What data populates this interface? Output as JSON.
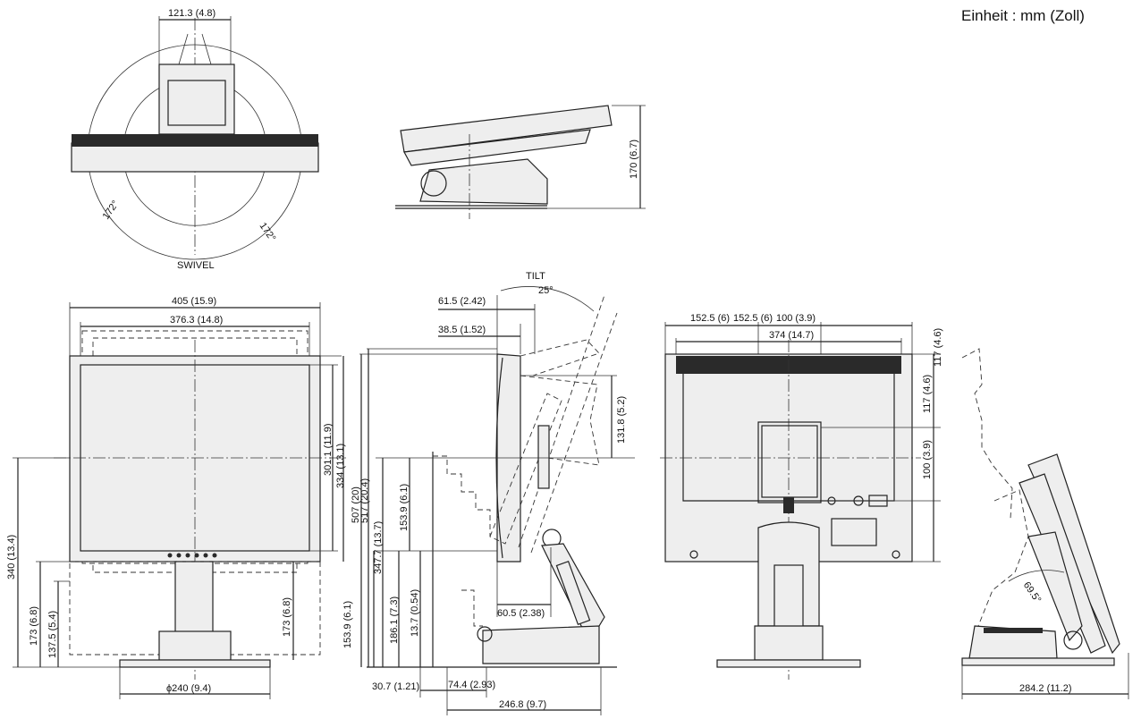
{
  "unit_label": "Einheit : mm (Zoll)",
  "labels": {
    "swivel": "SWIVEL",
    "tilt": "TILT",
    "tilt_angle": "25°",
    "swivel_left": "172°",
    "swivel_right": "172°",
    "fold_angle": "69.5°"
  },
  "dimensions": {
    "top_width": "121.3 (4.8)",
    "top_height": "170 (6.7)",
    "front_width_outer": "405 (15.9)",
    "front_width_inner": "376.3 (14.8)",
    "front_h_301": "301.1 (11.9)",
    "front_h_334": "334 (13.1)",
    "front_h_340": "340 (13.4)",
    "front_h_173a": "173 (6.8)",
    "front_h_137": "137.5 (5.4)",
    "front_h_173b": "173 (6.8)",
    "front_base": "ϕ240 (9.4)",
    "side_615": "61.5 (2.42)",
    "side_385": "38.5 (1.52)",
    "side_507": "507 (20)",
    "side_517": "517 (20.4)",
    "side_347": "347.7 (13.7)",
    "side_1539a": "153.9 (6.1)",
    "side_1539b": "153.9 (6.1)",
    "side_186": "186.1 (7.3)",
    "side_137": "13.7 (0.54)",
    "side_307": "30.7 (1.21)",
    "side_744": "74.4 (2.93)",
    "side_2468": "246.8 (9.7)",
    "side_605": "60.5 (2.38)",
    "side_1318": "131.8 (5.2)",
    "back_1525a": "152.5 (6)",
    "back_1525b": "152.5 (6)",
    "back_100": "100 (3.9)",
    "back_374": "374 (14.7)",
    "back_117a": "117 (4.6)",
    "back_117b": "117 (4.6)",
    "back_100v": "100 (3.9)",
    "fold_2842": "284.2 (11.2)"
  }
}
